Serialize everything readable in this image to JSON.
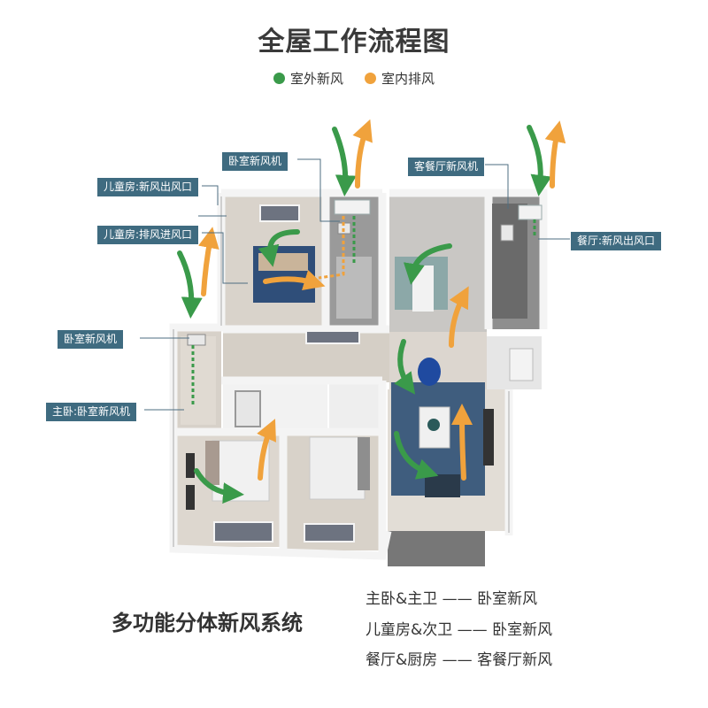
{
  "title": "全屋工作流程图",
  "legend": [
    {
      "label": "室外新风",
      "color": "#3a9a4a"
    },
    {
      "label": "室内排风",
      "color": "#f0a23c"
    }
  ],
  "callouts": {
    "bedroom_unit_top": "卧室新风机",
    "kids_outlet": "儿童房:新风出风口",
    "kids_exhaust_inlet": "儿童房:排风进风口",
    "bedroom_unit_left": "卧室新风机",
    "master_bedroom_unit": "主卧:卧室新风机",
    "living_dining_unit": "客餐厅新风机",
    "dining_outlet": "餐厅:新风出风口"
  },
  "system_name": "多功能分体新风系统",
  "mappings": [
    {
      "text": "主卧&主卫 —— 卧室新风"
    },
    {
      "text": "儿童房&次卫 —— 卧室新风"
    },
    {
      "text": "餐厅&厨房 —— 客餐厅新风"
    }
  ],
  "colors": {
    "fresh_air": "#3a9a4a",
    "exhaust": "#f0a23c",
    "callout_bg": "#3f6b80"
  }
}
